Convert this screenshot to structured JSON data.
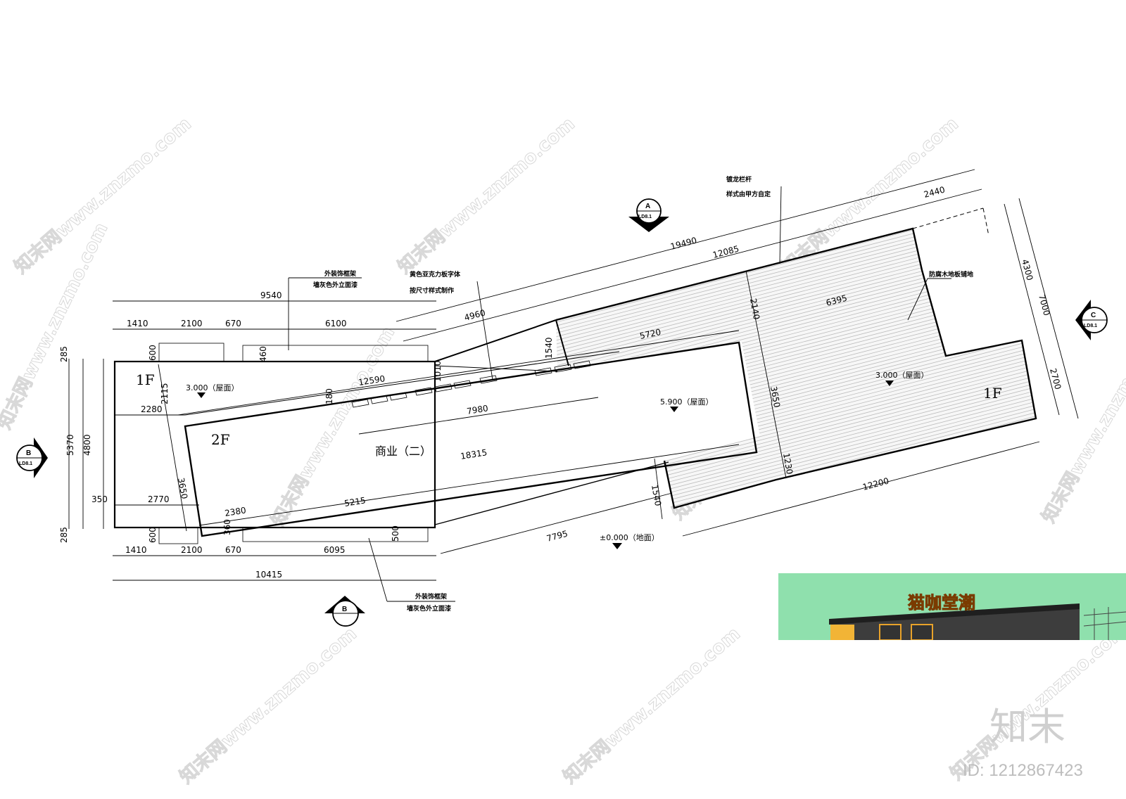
{
  "colors": {
    "line": "#000000",
    "hatch": "#bdbdbd",
    "render_bg": "#8fe0ad",
    "watermark": "#d8d8d8",
    "sign": "#ff8a1c"
  },
  "labels": {
    "floor_1f_left": "1F",
    "floor_1f_right": "1F",
    "floor_2f": "2F",
    "room_name": "商业（二）",
    "level_left_roof": "3.000（屋面）",
    "level_2f_roof": "5.900（屋面）",
    "level_right_roof": "3.000（屋面）",
    "level_ground": "±0.000（地面）"
  },
  "notes": {
    "top_frame_1": "外装饰框架",
    "top_frame_2": "墙灰色外立面漆",
    "acrylic_1": "黄色亚克力板字体",
    "acrylic_2": "按尺寸样式制作",
    "rail_1": "镀龙栏杆",
    "rail_2": "样式由甲方自定",
    "deck": "防腐木地板铺地",
    "bottom_frame_1": "外装饰框架",
    "bottom_frame_2": "墙灰色外立面漆"
  },
  "section_markers": {
    "A": {
      "letter": "A",
      "sheet": "LD8.1"
    },
    "B_left": {
      "letter": "B",
      "sheet": "LD8.1"
    },
    "B_bottom": {
      "letter": "B",
      "sheet": ""
    },
    "C": {
      "letter": "C",
      "sheet": "LD8.1"
    }
  },
  "dimensions": {
    "top_total": "9540",
    "top_1": "1410",
    "top_2": "2100",
    "top_3": "670",
    "top_4": "6100",
    "bot_total": "10415",
    "bot_1": "1410",
    "bot_2": "2100",
    "bot_3": "670",
    "bot_4": "6095",
    "left_285_top": "285",
    "left_5370": "5370",
    "left_4800": "4800",
    "left_285_bot": "285",
    "d600_top": "600",
    "d460": "460",
    "d2115": "2115",
    "d2280": "2280",
    "d350": "350",
    "d2770": "2770",
    "d3650_left": "3650",
    "d2380": "2380",
    "d5215": "5215",
    "d360": "360",
    "d600_bot": "600",
    "d500": "500",
    "d12590": "12590",
    "d180": "180",
    "d1010": "1010",
    "d4960": "4960",
    "d1540_top": "1540",
    "d5720": "5720",
    "d7980": "7980",
    "d18315": "18315",
    "d19490": "19490",
    "d12085": "12085",
    "d2440": "2440",
    "d2140": "2140",
    "d6395": "6395",
    "d3650_right": "3650",
    "d1230": "1230",
    "d1540_bot": "1540",
    "d7795": "7795",
    "d12200": "12200",
    "d4300": "4300",
    "d7000": "7000",
    "d2700": "2700"
  },
  "render": {
    "sign_text": "猫咖堂潮"
  },
  "watermark": {
    "text": "知末网www.znzmo.com",
    "brand": "知末",
    "id": "ID: 1212867423"
  }
}
